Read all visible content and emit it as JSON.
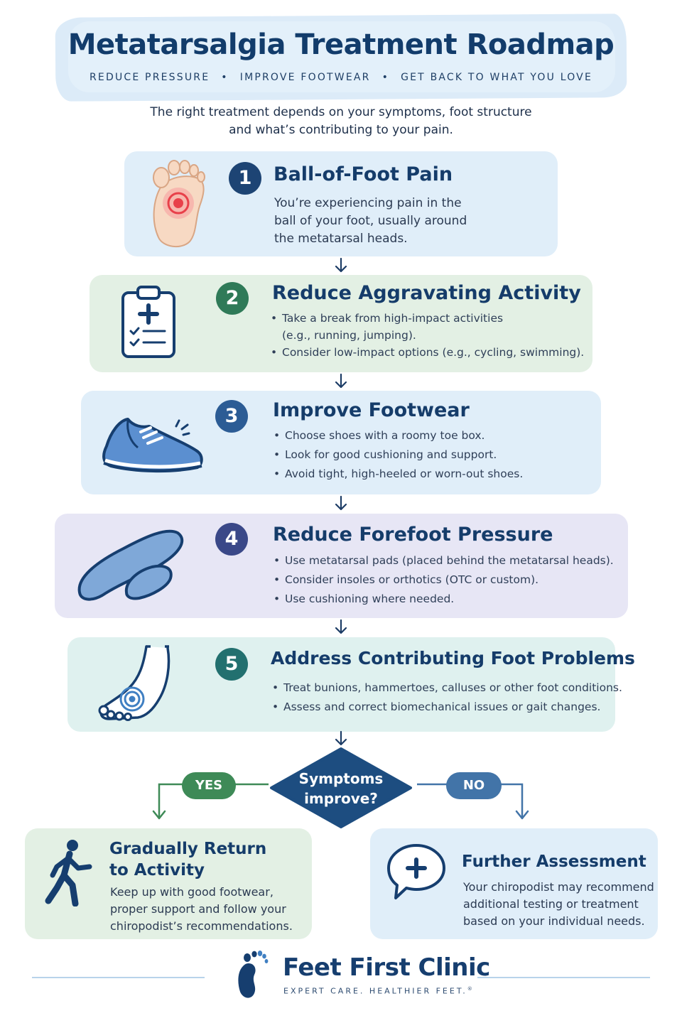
{
  "header": {
    "title": "Metatarsalgia Treatment Roadmap",
    "tags": [
      "REDUCE PRESSURE",
      "IMPROVE FOOTWEAR",
      "GET BACK TO WHAT YOU LOVE"
    ],
    "separator": "•",
    "intro_line1": "The right treatment depends on your symptoms, foot structure",
    "intro_line2": "and what’s contributing to your pain."
  },
  "steps": [
    {
      "number": "1",
      "title": "Ball-of-Foot Pain",
      "body": [
        "You’re experiencing pain in the",
        "ball of your foot, usually around",
        "the metatarsal heads."
      ],
      "icon": "foot-pain-icon"
    },
    {
      "number": "2",
      "title": "Reduce Aggravating Activity",
      "bullets": [
        "Take a break from high-impact activities",
        "(e.g., running, jumping).",
        "Consider low-impact options (e.g., cycling, swimming)."
      ],
      "icon": "clipboard-icon"
    },
    {
      "number": "3",
      "title": "Improve Footwear",
      "bullets": [
        "Choose shoes with a roomy toe box.",
        "Look for good cushioning and support.",
        "Avoid tight, high-heeled or worn-out shoes."
      ],
      "icon": "shoe-icon"
    },
    {
      "number": "4",
      "title": "Reduce Forefoot Pressure",
      "bullets": [
        "Use metatarsal pads (placed behind the metatarsal heads).",
        "Consider insoles or orthotics (OTC or custom).",
        "Use cushioning where needed."
      ],
      "icon": "insole-icon"
    },
    {
      "number": "5",
      "title": "Address Contributing Foot Problems",
      "bullets": [
        "Treat bunions, hammertoes, calluses or other foot conditions.",
        "Assess and correct biomechanical issues or gait changes."
      ],
      "icon": "foot-target-icon"
    }
  ],
  "decision": {
    "line1": "Symptoms",
    "line2": "improve?",
    "yes_label": "YES",
    "no_label": "NO"
  },
  "outcomes": {
    "yes": {
      "title_line1": "Gradually Return",
      "title_line2": "to Activity",
      "body": [
        "Keep up with good footwear,",
        "proper support and follow your",
        "chiropodist’s recommendations."
      ],
      "icon": "walking-person-icon"
    },
    "no": {
      "title": "Further Assessment",
      "body": [
        "Your chiropodist may recommend",
        "additional testing or treatment",
        "based on your individual needs."
      ],
      "icon": "medical-chat-icon"
    }
  },
  "footer": {
    "brand": "Feet First Clinic",
    "tagline": "EXPERT CARE. HEALTHIER FEET.",
    "trademark": "®"
  },
  "colors": {
    "navy": "#123c6b",
    "card_blue": "#e0eef9",
    "card_green": "#e3f0e4",
    "card_lavender": "#e7e6f5",
    "card_teal": "#dff1ef",
    "yes_green": "#3e8a57",
    "no_blue": "#4274a8",
    "pain_red": "#e8404a"
  }
}
